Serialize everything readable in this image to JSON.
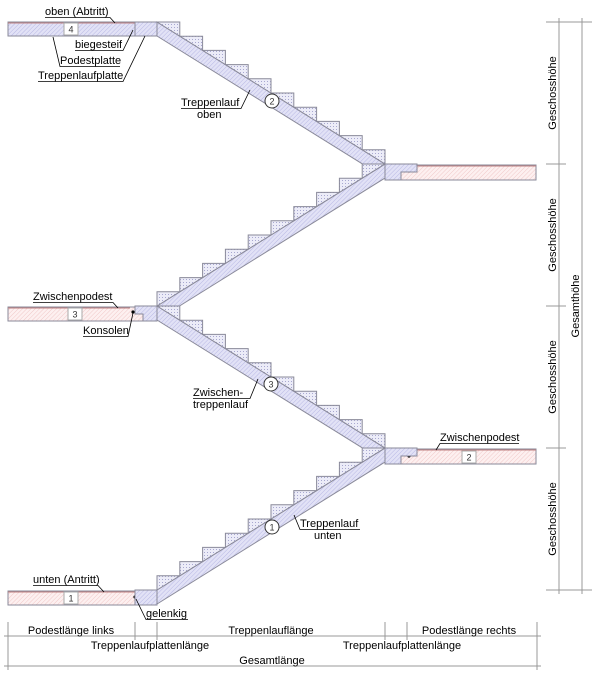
{
  "labels": {
    "oben_abtritt": "oben (Abtritt)",
    "biegesteif": "biegesteif",
    "podestplatte": "Podestplatte",
    "treppenlaufplatte": "Treppenlaufplatte",
    "treppenlauf_oben_1": "Treppenlauf",
    "treppenlauf_oben_2": "oben",
    "zwischenpodest_left": "Zwischenpodest",
    "konsolen": "Konsolen",
    "zwischentreppenlauf_1": "Zwischen-",
    "zwischentreppenlauf_2": "treppenlauf",
    "zwischenpodest_right": "Zwischenpodest",
    "treppenlauf_unten_1": "Treppenlauf",
    "treppenlauf_unten_2": "unten",
    "unten_antritt": "unten (Antritt)",
    "gelenkig": "gelenkig"
  },
  "markers": {
    "landing_1": "1",
    "landing_2": "2",
    "landing_3": "3",
    "landing_4": "4",
    "flight_1": "1",
    "flight_2": "2",
    "flight_3": "3"
  },
  "dimensions": {
    "horizontal": {
      "podestlaenge_links": "Podestlänge links",
      "treppenlauflaenge": "Treppenlauflänge",
      "podestlaenge_rechts": "Podestlänge rechts",
      "treppenlaufplattenlaenge_left": "Treppenlaufplattenlänge",
      "treppenlaufplattenlaenge_right": "Treppenlaufplattenlänge",
      "gesamtlaenge": "Gesamtlänge"
    },
    "vertical": {
      "geschosshoehe_1": "Geschosshöhe",
      "geschosshoehe_2": "Geschosshöhe",
      "geschosshoehe_3": "Geschosshöhe",
      "geschosshoehe_4": "Geschosshöhe",
      "gesamthoehe": "Gesamthöhe"
    }
  },
  "colors": {
    "stair_fill": "#dcdcf4",
    "landing_fill": "#fbe6e6",
    "outline": "#8a8a9a",
    "dim_line": "#999999"
  }
}
